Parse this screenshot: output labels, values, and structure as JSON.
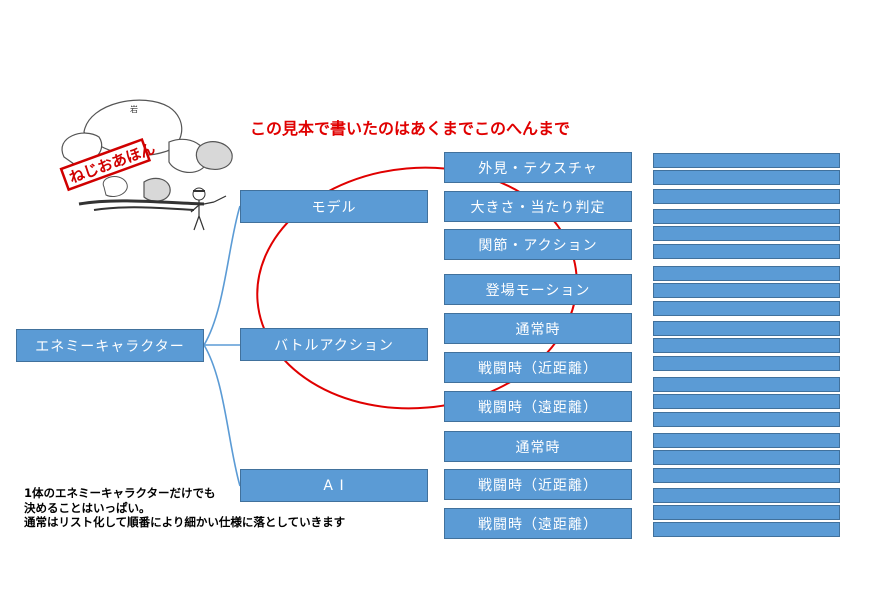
{
  "title": "この見本で書いたのはあくまでこのへんまで",
  "logo": {
    "text": "ねじおあほん",
    "rock_label": "岩"
  },
  "root": {
    "label": "エネミーキャラクター"
  },
  "categories": [
    {
      "label": "モデル"
    },
    {
      "label": "バトルアクション"
    },
    {
      "label": "A I"
    }
  ],
  "details": [
    {
      "label": "外見・テクスチャ"
    },
    {
      "label": "大きさ・当たり判定"
    },
    {
      "label": "関節・アクション"
    },
    {
      "label": "登場モーション"
    },
    {
      "label": "通常時"
    },
    {
      "label": "戦闘時（近距離）"
    },
    {
      "label": "戦闘時（遠距離）"
    },
    {
      "label": "通常時"
    },
    {
      "label": "戦闘時（近距離）"
    },
    {
      "label": "戦闘時（遠距離）"
    }
  ],
  "note": {
    "line1": "1体のエネミーキャラクターだけでも",
    "line2": "決めることはいっぱい。",
    "line3": "通常はリスト化して順番により細かい仕様に落としていきます"
  },
  "colors": {
    "box_fill": "#5b9bd5",
    "box_border": "#41719c",
    "connector": "#5b9bd5",
    "highlight_circle": "#e00000",
    "title_text": "#e00000"
  }
}
